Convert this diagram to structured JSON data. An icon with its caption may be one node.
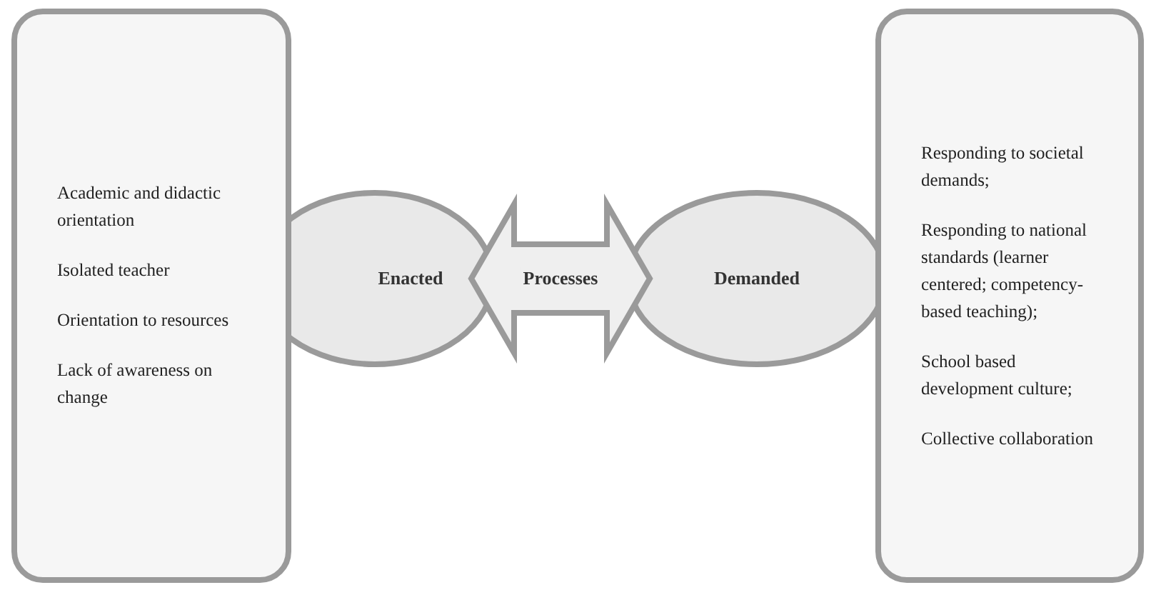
{
  "diagram": {
    "nodes": [
      {
        "text": [
          "Academic and didactic orientation",
          "Isolated teacher",
          "Orientation to resources",
          "Lack of awareness on change"
        ]
      },
      {
        "text": [
          "Enacted"
        ]
      },
      {
        "text": [
          "Demanded"
        ]
      },
      {
        "text": [
          "Responding to societal demands;",
          "Responding to national standards (learner centered; competency-based teaching);",
          "School based development culture;",
          "Collective collaboration"
        ]
      }
    ],
    "edges": [
      {
        "from": 1,
        "to": 2,
        "arrow": "both",
        "label": "Processes"
      }
    ]
  }
}
